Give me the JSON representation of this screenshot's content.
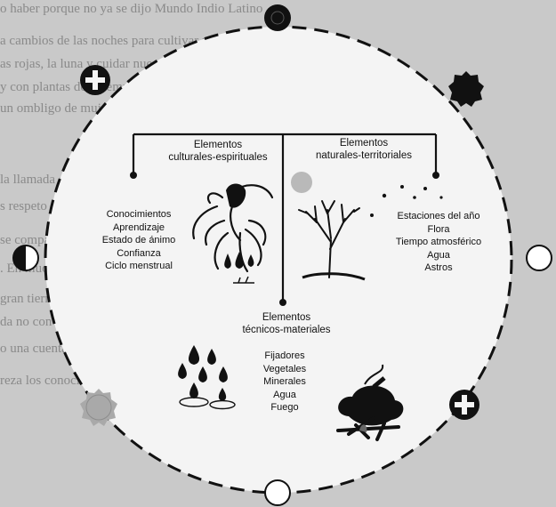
{
  "background_text": [
    "o haber porque no ya se dijo Mundo Indio Latino",
    "a cambios de las noches para cultivar mejor cosas",
    "as rojas, la luna y cuidar nuestras tierras. Cuando",
    "y con plantas de la temporada se hacían ya llevarse al",
    "un ombligo de mujer hasta el día se trae el lunar",
    "la llamada de la luna, sabios y desde la vida vemos",
    "s respeto a la vida que aprenden de los abuelos y nos",
    "se comparten con una en cada una de las casas nuestras",
    ". En muchos sentidos el centro del ritual de los lugares",
    "gran tierra de la comunidad con la madre tierra, en",
    "da no con ningún momento de la vida de la ciudad",
    "o una cuenta fuerte de las siembras",
    "reza los conocimientos y lo obtenidos en las cercas"
  ],
  "sections": {
    "cultural": {
      "title": [
        "Elementos",
        "culturales-espirituales"
      ],
      "items": [
        "Conocimientos",
        "Aprendizaje",
        "Estado de ánimo",
        "Confianza",
        "Ciclo menstrual"
      ]
    },
    "natural": {
      "title": [
        "Elementos",
        "naturales-territoriales"
      ],
      "items": [
        "Estaciones del año",
        "Flora",
        "Tiempo atmosférico",
        "Agua",
        "Astros"
      ]
    },
    "technical": {
      "title": [
        "Elementos",
        "técnicos-materiales"
      ],
      "items": [
        "Fijadores",
        "Vegetales",
        "Minerales",
        "Agua",
        "Fuego"
      ]
    }
  },
  "moon_phase_icons": [
    "new-moon-icon",
    "full-moon-icon",
    "half-moon-icon",
    "crescent-moon-icon",
    "sun-icon",
    "star-cross-icon"
  ],
  "colors": {
    "ink": "#111111",
    "circle_fill": "#f4f4f4",
    "paper": "#c9c9c9",
    "gray_disc": "#a9a9a9"
  }
}
